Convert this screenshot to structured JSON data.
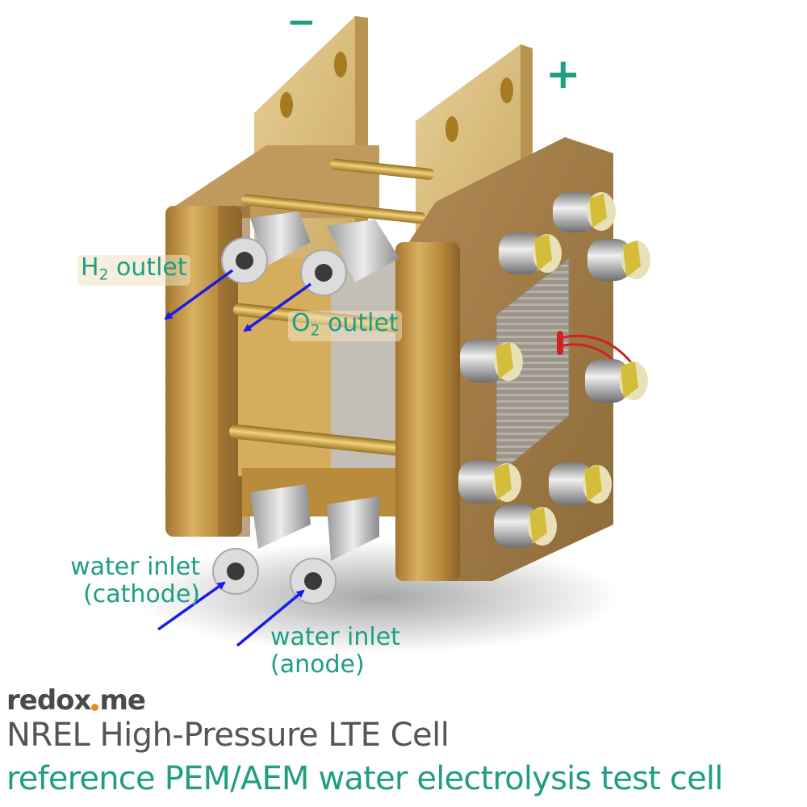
{
  "terminals": {
    "negative": "−",
    "positive": "+"
  },
  "callouts": {
    "h2_outlet": {
      "main": "H",
      "sub": "2",
      "rest": " outlet"
    },
    "o2_outlet": {
      "main": "O",
      "sub": "2",
      "rest": " outlet"
    },
    "water_inlet_cathode": {
      "line1": "water inlet",
      "line2": "(cathode)"
    },
    "water_inlet_anode": {
      "line1": "water inlet",
      "line2": "(anode)"
    }
  },
  "brand": {
    "part1": "redox",
    "part2": "me"
  },
  "title": "NREL High-Pressure LTE Cell",
  "subtitle": "reference PEM/AEM water electrolysis test cell",
  "colors": {
    "accent_text": "#1f9e82",
    "arrow": "#1a1aee",
    "brand_dot": "#f08a1c",
    "title_text": "#555555",
    "brass_light": "#e2c27a",
    "brass_dark": "#8a6128",
    "steel": "#c9c9c9",
    "heater_wire": "#d32020"
  }
}
